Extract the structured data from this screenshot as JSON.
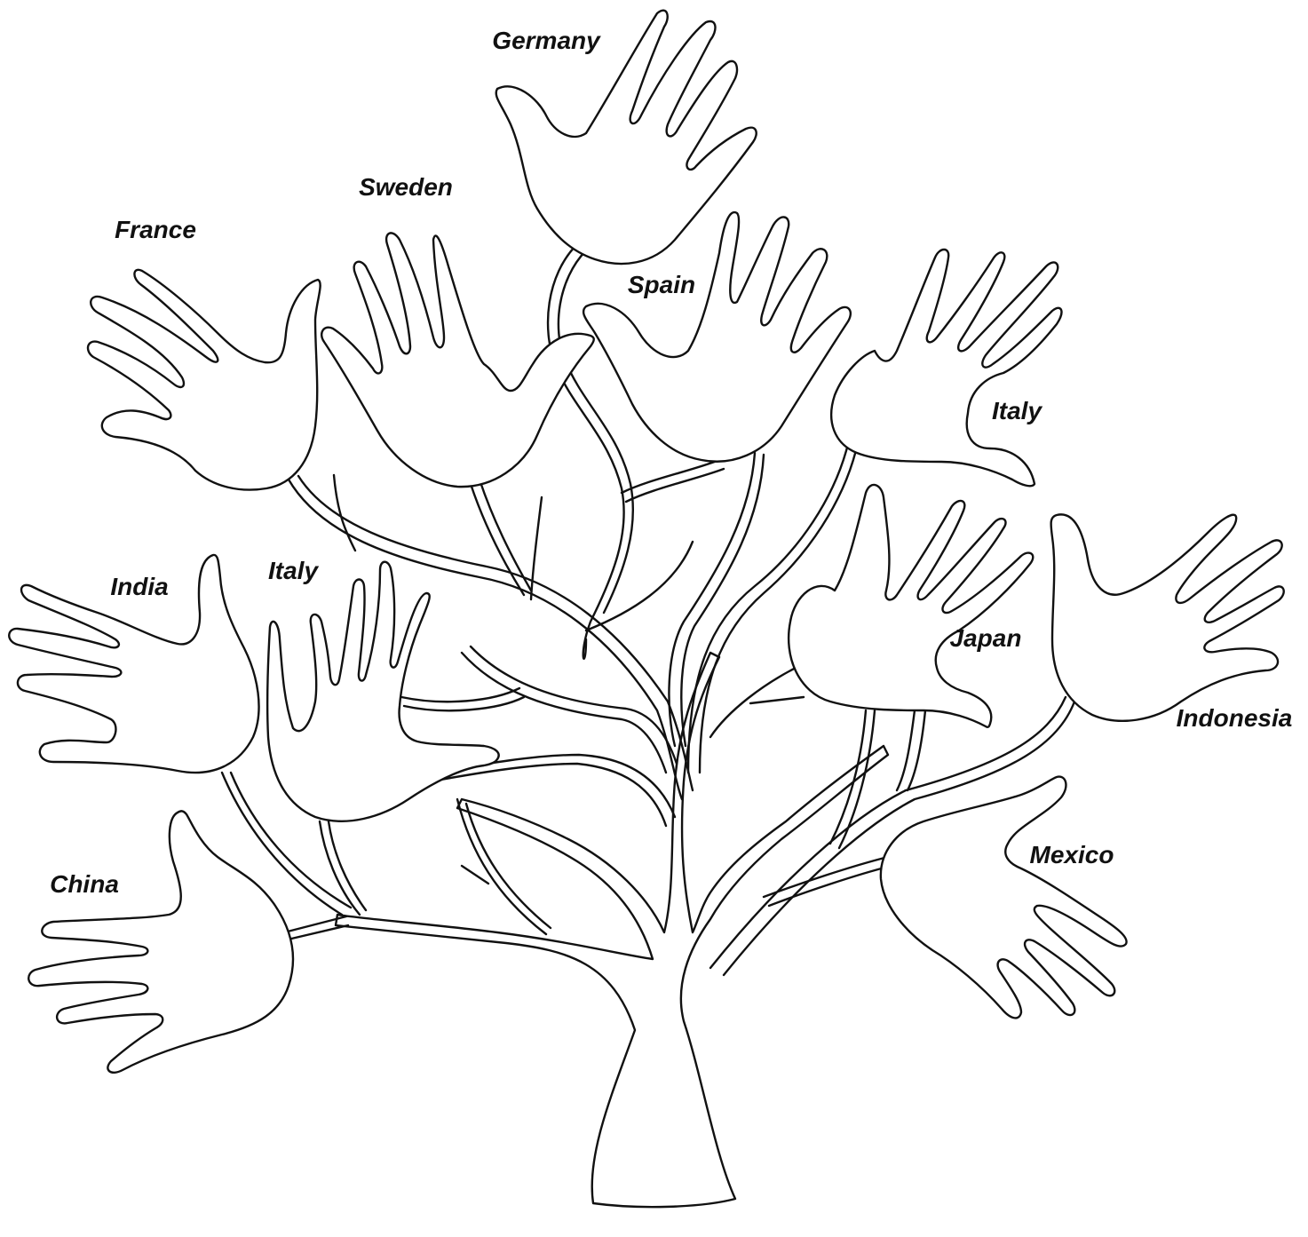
{
  "diagram": {
    "line_color": "#111111",
    "background": "#ffffff",
    "hands": [
      {
        "id": "germany",
        "label": "Germany"
      },
      {
        "id": "sweden",
        "label": "Sweden"
      },
      {
        "id": "france",
        "label": "France"
      },
      {
        "id": "spain",
        "label": "Spain"
      },
      {
        "id": "italy-right",
        "label": "Italy"
      },
      {
        "id": "india",
        "label": "India"
      },
      {
        "id": "italy-left",
        "label": "Italy"
      },
      {
        "id": "japan",
        "label": "Japan"
      },
      {
        "id": "indonesia",
        "label": "Indonesia"
      },
      {
        "id": "china",
        "label": "China"
      },
      {
        "id": "mexico",
        "label": "Mexico"
      }
    ]
  }
}
